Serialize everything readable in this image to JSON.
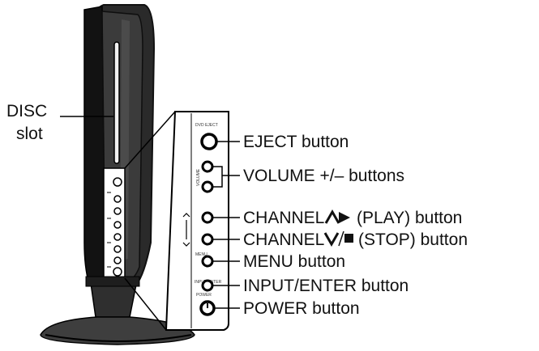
{
  "disc_slot": {
    "line1": "DISC",
    "line2": "slot"
  },
  "buttons": {
    "eject": "EJECT button",
    "volume": "VOLUME +/– buttons",
    "channel_up_pre": "CHANNEL",
    "channel_up_post": "(PLAY) button",
    "channel_down_pre": "CHANNEL",
    "channel_down_post": "(STOP) button",
    "menu": "MENU button",
    "input_enter": "INPUT/ENTER button",
    "power": "POWER button"
  },
  "panel_markings": {
    "dvd_eject": "DVD EJECT",
    "volume": "VOLUME",
    "menu": "MENU",
    "input_enter": "INPUT ENTER",
    "power": "POWER"
  },
  "colors": {
    "ink": "#111111",
    "body_dark": "#1c1c1c",
    "body_mid": "#4a4a4a",
    "panel": "#ffffff"
  },
  "icons": [
    "caret-up-play-icon",
    "caret-down-stop-icon"
  ]
}
